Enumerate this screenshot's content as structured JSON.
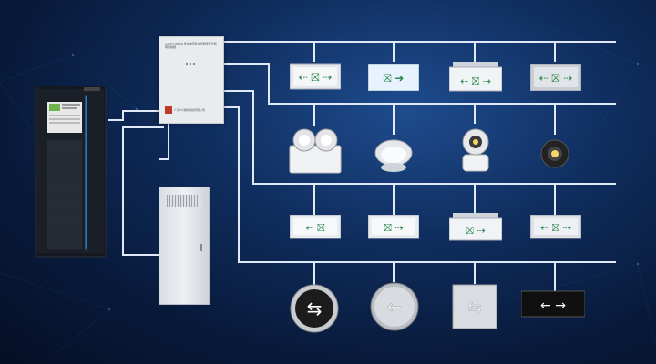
{
  "controller": {
    "title": "LH-JFT-J5FPH 集中电源集中控制型应急照明控制器",
    "brand": "广东XX消防科技有限公司"
  },
  "colors": {
    "background": "#0c2550",
    "wire": "#dfe9f7",
    "cabinet": "#1a1d24",
    "panel": "#e8ebef"
  },
  "rows": [
    {
      "row": "exit-signs-top",
      "devices": [
        "exit-sign-arrow-left-right",
        "exit-sign-arrow-right-lit",
        "exit-sign-hanging-lit",
        "exit-sign-arrow-left-right-gray"
      ]
    },
    {
      "row": "emergency-lights",
      "devices": [
        "twin-head-emergency-light",
        "recessed-downlight",
        "spot-light-white",
        "round-spot-light-black"
      ]
    },
    {
      "row": "exit-signs-middle",
      "devices": [
        "exit-sign-arrow-left",
        "exit-sign-arrow-right",
        "exit-sign-hanging",
        "exit-sign-arrow-left-right-2"
      ]
    },
    {
      "row": "floor-indicators",
      "devices": [
        "floor-indicator-round-black",
        "floor-indicator-round-steel",
        "floor-indicator-square",
        "floor-indicator-strip"
      ]
    }
  ]
}
